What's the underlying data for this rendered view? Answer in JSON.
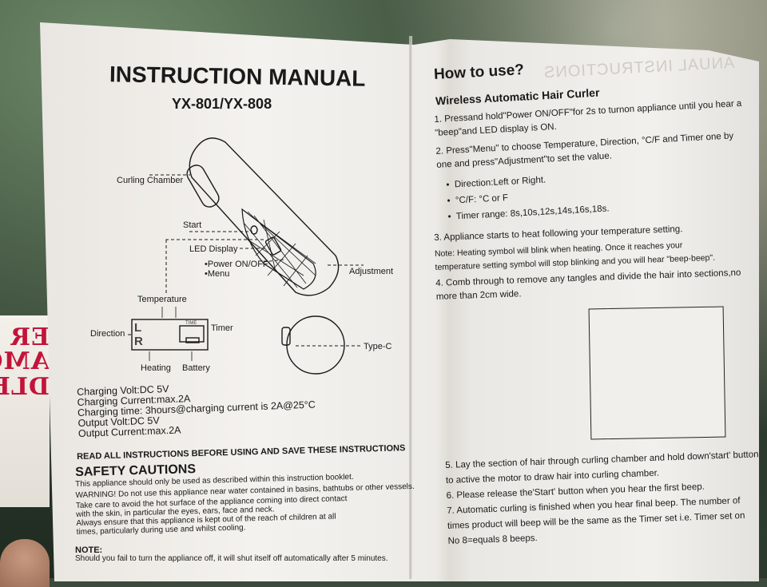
{
  "left_page": {
    "title": "INSTRUCTION MANUAL",
    "model": "YX-801/YX-808",
    "diagram_labels": {
      "curling_chamber": "Curling Chamber",
      "start": "Start",
      "led_display": "LED Display",
      "power": "•Power ON/OFF",
      "menu": "•Menu",
      "adjustment": "Adjustment",
      "temperature": "Temperature",
      "direction": "Direction",
      "timer": "Timer",
      "heating": "Heating",
      "battery": "Battery",
      "type_c": "Type-C",
      "display_L": "L",
      "display_R": "R",
      "display_time": "TIME"
    },
    "specs": [
      "Charging Volt:DC 5V",
      "Charging Current:max.2A",
      "Charging time: 3hours@charging current is 2A@25°C",
      "Output Volt:DC 5V",
      "Output Current:max.2A"
    ],
    "read_all": "READ ALL INSTRUCTIONS BEFORE USING AND SAVE THESE INSTRUCTIONS",
    "safety_title": "SAFETY CAUTIONS",
    "safety_lines": [
      "This appliance should only be used as described within this instruction booklet.",
      "WARNING! Do not use this appliance near water contained in basins, bathtubs or other vessels.",
      "Take care to avoid the hot surface of the appliance coming into direct contact",
      "with the skin, in particular the eyes, ears, face and neck.",
      "Always ensure that this appliance is kept out of the reach of children at all",
      "times, particularly during use and whilst cooling."
    ],
    "note_title": "NOTE:",
    "note_text": "Should you fail to turn the appliance off, it will shut itself off automatically after 5 minutes."
  },
  "right_page": {
    "title": "How to use?",
    "subtitle": "Wireless Automatic Hair Curler",
    "steps_top": [
      "1.  Pressand hold\"Power ON/OFF\"for 2s to turnon appliance until you hear a",
      "     \"beep\"and LED display is ON.",
      "2.  Press\"Menu\" to choose Temperature, Direction, °C/F and Timer one by",
      "     one and press\"Adjustment\"to set the value."
    ],
    "bullets": [
      "Direction:Left or Right.",
      "°C/F:  °C or F",
      "Timer range: 8s,10s,12s,14s,16s,18s."
    ],
    "steps_mid": [
      "3.  Appliance starts to heat following your temperature setting.",
      "     Note:  Heating symbol  will  blink  when heating.    Once  it reaches your",
      "     temperature setting symbol will stop blinking and you will hear \"beep-beep\".",
      "4.  Comb through to remove any tangles and divide the hair into sections,no",
      "     more than 2cm wide."
    ],
    "steps_bottom": [
      "5.  Lay the section of hair through curling chamber and hold down'start' button",
      "     to active the motor to draw hair into curling chamber.",
      "6.  Please release the'Start' button when you hear the first beep.",
      "7.  Automatic  curling is  finished   when you hear final beep.    The number of",
      "     times product will beep will be the same as the Timer set i.e. Timer set on",
      "     No 8=equals 8 beeps."
    ]
  },
  "magazine_text": [
    "ER",
    "AMC",
    "DLE"
  ],
  "colors": {
    "paper": "#f2f0ec",
    "ink": "#1a1a1a",
    "magazine_red": "#c2143a"
  }
}
